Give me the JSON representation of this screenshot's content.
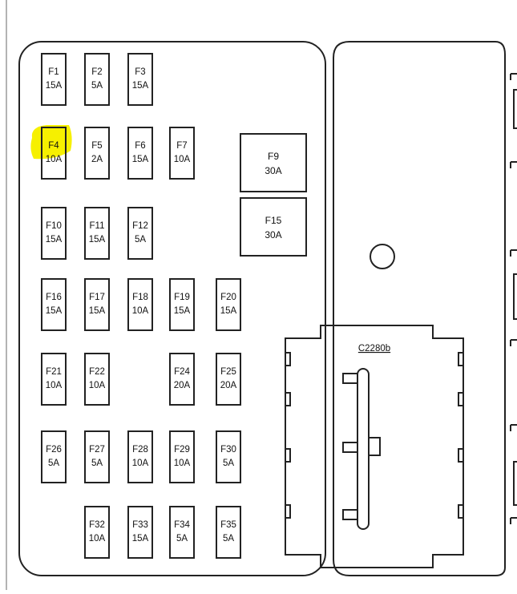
{
  "colors": {
    "line": "#222222",
    "background": "#ffffff",
    "highlight": "#f6f000",
    "left_margin_line": "#9a9a9a"
  },
  "fuse_panel": {
    "small_fuses": [
      {
        "id": "F1",
        "rating": "15A"
      },
      {
        "id": "F2",
        "rating": "5A"
      },
      {
        "id": "F3",
        "rating": "15A"
      },
      {
        "id": "F4",
        "rating": "10A",
        "highlighted": true
      },
      {
        "id": "F5",
        "rating": "2A"
      },
      {
        "id": "F6",
        "rating": "15A"
      },
      {
        "id": "F7",
        "rating": "10A"
      },
      {
        "id": "F10",
        "rating": "15A"
      },
      {
        "id": "F11",
        "rating": "15A"
      },
      {
        "id": "F12",
        "rating": "5A"
      },
      {
        "id": "F16",
        "rating": "15A"
      },
      {
        "id": "F17",
        "rating": "15A"
      },
      {
        "id": "F18",
        "rating": "10A"
      },
      {
        "id": "F19",
        "rating": "15A"
      },
      {
        "id": "F20",
        "rating": "15A"
      },
      {
        "id": "F21",
        "rating": "10A"
      },
      {
        "id": "F22",
        "rating": "10A"
      },
      {
        "id": "F24",
        "rating": "20A"
      },
      {
        "id": "F25",
        "rating": "20A"
      },
      {
        "id": "F26",
        "rating": "5A"
      },
      {
        "id": "F27",
        "rating": "5A"
      },
      {
        "id": "F28",
        "rating": "10A"
      },
      {
        "id": "F29",
        "rating": "10A"
      },
      {
        "id": "F30",
        "rating": "5A"
      },
      {
        "id": "F32",
        "rating": "10A"
      },
      {
        "id": "F33",
        "rating": "15A"
      },
      {
        "id": "F34",
        "rating": "5A"
      },
      {
        "id": "F35",
        "rating": "5A"
      }
    ],
    "large_fuses": [
      {
        "id": "F9",
        "rating": "30A"
      },
      {
        "id": "F15",
        "rating": "30A"
      }
    ],
    "connector": {
      "label": "C2280b"
    }
  }
}
